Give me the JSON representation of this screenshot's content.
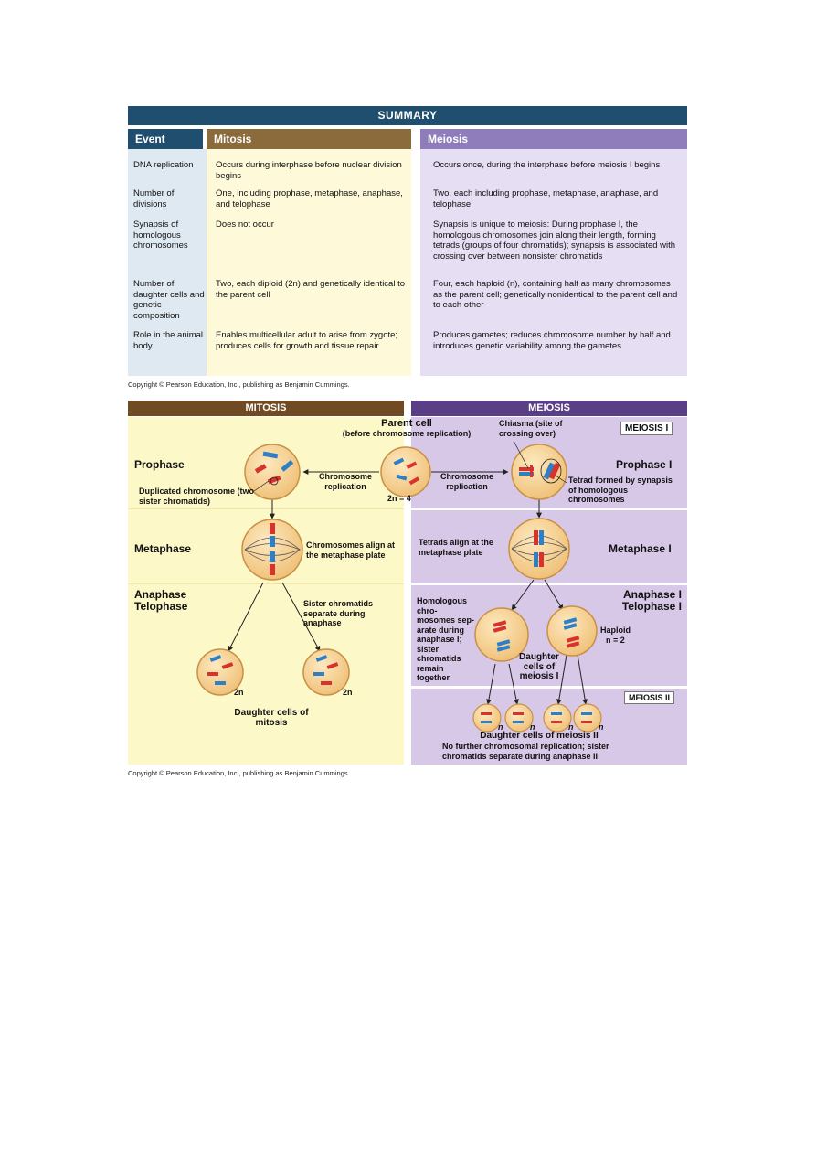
{
  "summary": {
    "title": "SUMMARY",
    "headers": {
      "event": "Event",
      "mitosis": "Mitosis",
      "meiosis": "Meiosis"
    },
    "rows": [
      {
        "event": "DNA replication",
        "mitosis": "Occurs during interphase before nuclear division begins",
        "meiosis": "Occurs once, during the interphase before meiosis I begins"
      },
      {
        "event": "Number of divisions",
        "mitosis": "One, including prophase, metaphase, anaphase, and telophase",
        "meiosis": "Two, each including prophase, metaphase, anaphase, and telophase"
      },
      {
        "event": "Synapsis of homologous chromosomes",
        "mitosis": "Does not occur",
        "meiosis": "Synapsis is unique to meiosis: During prophase I, the homologous chromosomes join along their length, forming tetrads (groups of four chromatids); synapsis is associated with crossing over between nonsister chromatids"
      },
      {
        "event": "Number of daughter cells and genetic composition",
        "mitosis": "Two, each diploid (2n) and genetically identical to the parent cell",
        "meiosis": "Four, each haploid (n), containing half as many chromosomes as the parent cell; genetically nonidentical to the parent cell and to each other"
      },
      {
        "event": "Role in the animal body",
        "mitosis": "Enables multicellular adult to arise from zygote; produces cells for growth and tissue repair",
        "meiosis": "Produces gametes; reduces chromosome number by half and introduces genetic variability among the gametes"
      }
    ],
    "copyright": "Copyright © Pearson Education, Inc., publishing as Benjamin Cummings."
  },
  "diagram": {
    "mitosis_band": "MITOSIS",
    "meiosis_band": "MEIOSIS",
    "meiosis_i_tag": "MEIOSIS I",
    "meiosis_ii_tag": "MEIOSIS II",
    "parent_cell": "Parent cell",
    "parent_cell_note": "(before chromosome replication)",
    "two_n_4": "2n = 4",
    "chromosome_replication_left": "Chromosome replication",
    "chromosome_replication_right": "Chromosome replication",
    "chiasma": "Chiasma (site of crossing over)",
    "prophase": "Prophase",
    "prophase_i": "Prophase I",
    "duplicated_chromosome": "Duplicated chromosome (two sister chromatids)",
    "tetrad_formed": "Tetrad formed by synapsis of homologous chromosomes",
    "metaphase": "Metaphase",
    "metaphase_i": "Metaphase I",
    "chromosomes_align": "Chromosomes align at the metaphase plate",
    "tetrads_align": "Tetrads align at the metaphase plate",
    "anaphase_telophase": "Anaphase Telophase",
    "anaphase_telophase_i": "Anaphase I Telophase I",
    "sister_separate": "Sister chromatids separate during anaphase",
    "homologous_separate": "Homologous chro-mosomes sep-arate during anaphase I; sister chromatids remain together",
    "haploid": "Haploid",
    "n_2": "n = 2",
    "daughter_meiosis_i": "Daughter cells of meiosis I",
    "two_n_left": "2n",
    "two_n_right": "2n",
    "daughter_mitosis": "Daughter cells of mitosis",
    "n_label": "n",
    "daughter_meiosis_ii": "Daughter cells of meiosis II",
    "no_further": "No further chromosomal replication; sister chromatids separate during anaphase II",
    "copyright": "Copyright © Pearson Education, Inc., publishing as Benjamin Cummings."
  },
  "colors": {
    "red": "#d8322c",
    "blue": "#2f7fc6",
    "cell": "#f4cf8a",
    "cell_edge": "#c89045"
  }
}
